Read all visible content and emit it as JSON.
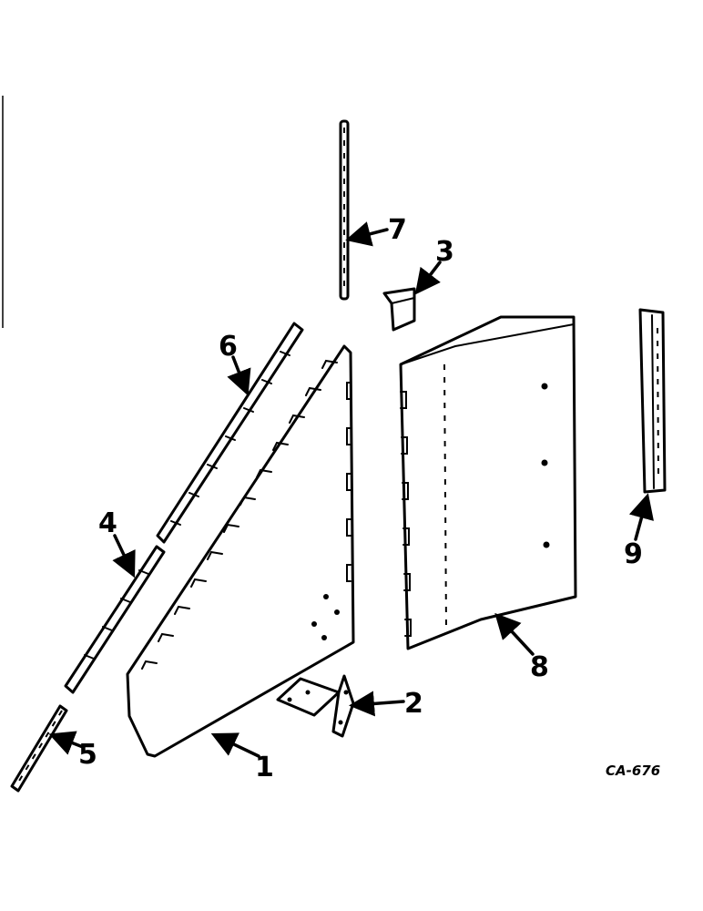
{
  "callouts": {
    "c1": "1",
    "c2": "2",
    "c3": "3",
    "c4": "4",
    "c5": "5",
    "c6": "6",
    "c7": "7",
    "c8": "8",
    "c9": "9"
  },
  "figure_code": "CA-676",
  "colors": {
    "ink": "#000000",
    "paper": "#ffffff"
  }
}
